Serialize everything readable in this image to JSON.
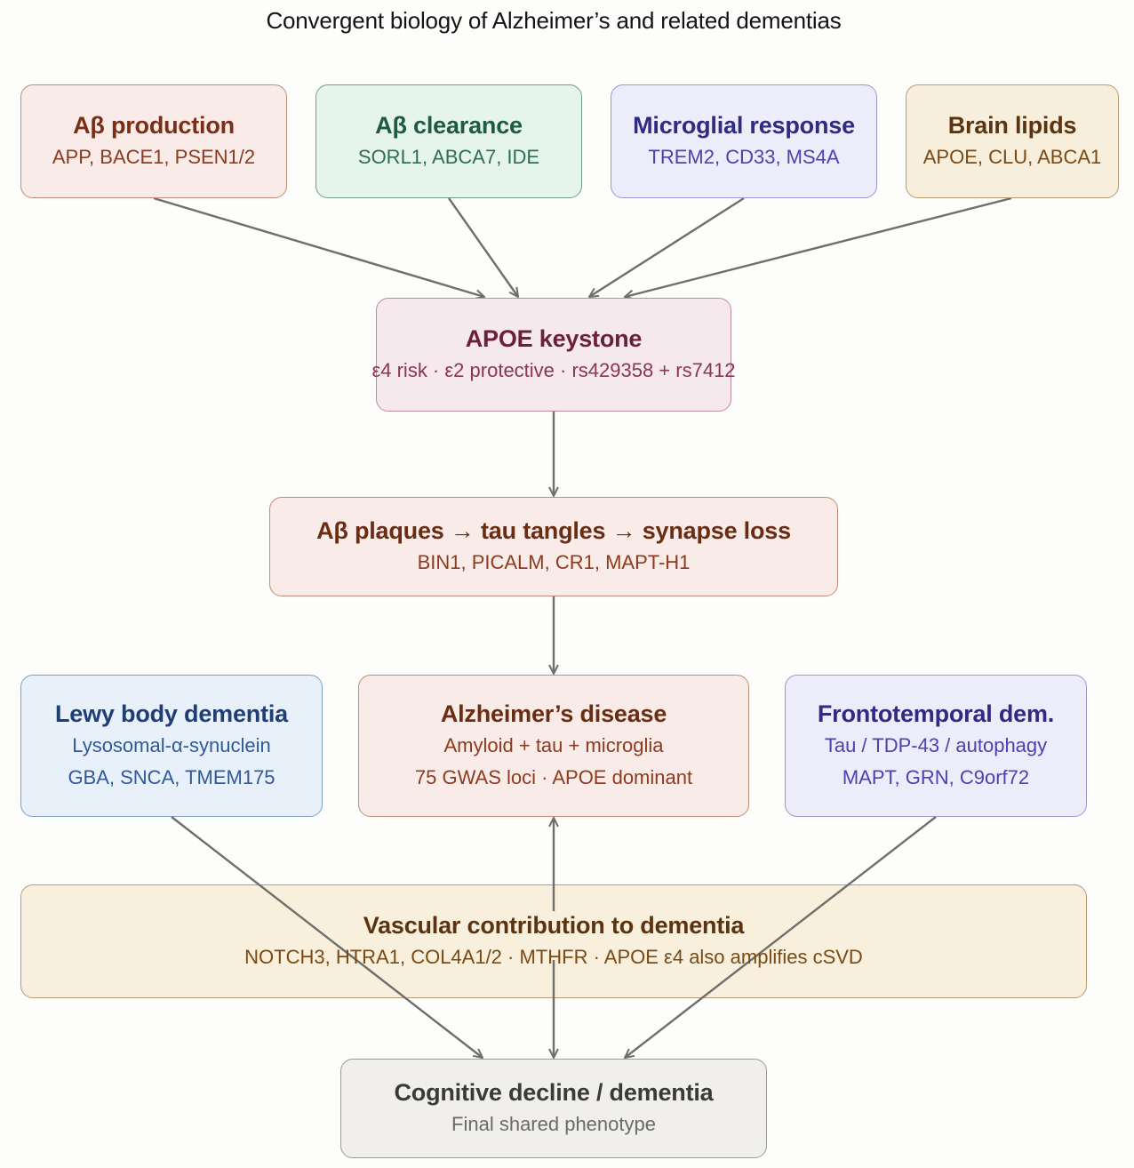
{
  "title": "Convergent biology of Alzheimer’s and related dementias",
  "nodes": {
    "ab_production": {
      "title": "Aβ production",
      "lines": [
        "APP, BACE1, PSEN1/2"
      ]
    },
    "ab_clearance": {
      "title": "Aβ clearance",
      "lines": [
        "SORL1, ABCA7, IDE"
      ]
    },
    "microglial_response": {
      "title": "Microglial response",
      "lines": [
        "TREM2, CD33, MS4A"
      ]
    },
    "brain_lipids": {
      "title": "Brain lipids",
      "lines": [
        "APOE, CLU, ABCA1"
      ]
    },
    "apoe_keystone": {
      "title": "APOE keystone",
      "lines": [
        "ε4 risk · ε2 protective · rs429358 + rs7412"
      ]
    },
    "plaques_cascade": {
      "title": "Aβ plaques → tau tangles → synapse loss",
      "lines": [
        "BIN1, PICALM, CR1, MAPT-H1"
      ]
    },
    "lewy_body": {
      "title": "Lewy body dementia",
      "lines": [
        "Lysosomal-α-synuclein",
        "GBA, SNCA, TMEM175"
      ]
    },
    "alzheimers": {
      "title": "Alzheimer’s disease",
      "lines": [
        "Amyloid + tau + microglia",
        "75 GWAS loci · APOE dominant"
      ]
    },
    "frontotemporal": {
      "title": "Frontotemporal dem.",
      "lines": [
        "Tau / TDP-43 / autophagy",
        "MAPT, GRN, C9orf72"
      ]
    },
    "vascular": {
      "title": "Vascular contribution to dementia",
      "lines": [
        "NOTCH3, HTRA1, COL4A1/2 · MTHFR · APOE ε4 also amplifies cSVD"
      ]
    },
    "cognitive_decline": {
      "title": "Cognitive decline / dementia",
      "lines": [
        "Final shared phenotype"
      ]
    }
  },
  "edges": [
    {
      "from": "ab_production",
      "to": "apoe_keystone"
    },
    {
      "from": "ab_clearance",
      "to": "apoe_keystone"
    },
    {
      "from": "microglial_response",
      "to": "apoe_keystone"
    },
    {
      "from": "brain_lipids",
      "to": "apoe_keystone"
    },
    {
      "from": "apoe_keystone",
      "to": "plaques_cascade"
    },
    {
      "from": "plaques_cascade",
      "to": "alzheimers"
    },
    {
      "from": "vascular",
      "to": "alzheimers"
    },
    {
      "from": "lewy_body",
      "to": "cognitive_decline"
    },
    {
      "from": "alzheimers",
      "to": "cognitive_decline"
    },
    {
      "from": "frontotemporal",
      "to": "cognitive_decline"
    }
  ],
  "colors": {
    "edge": "#6e6e6a"
  }
}
